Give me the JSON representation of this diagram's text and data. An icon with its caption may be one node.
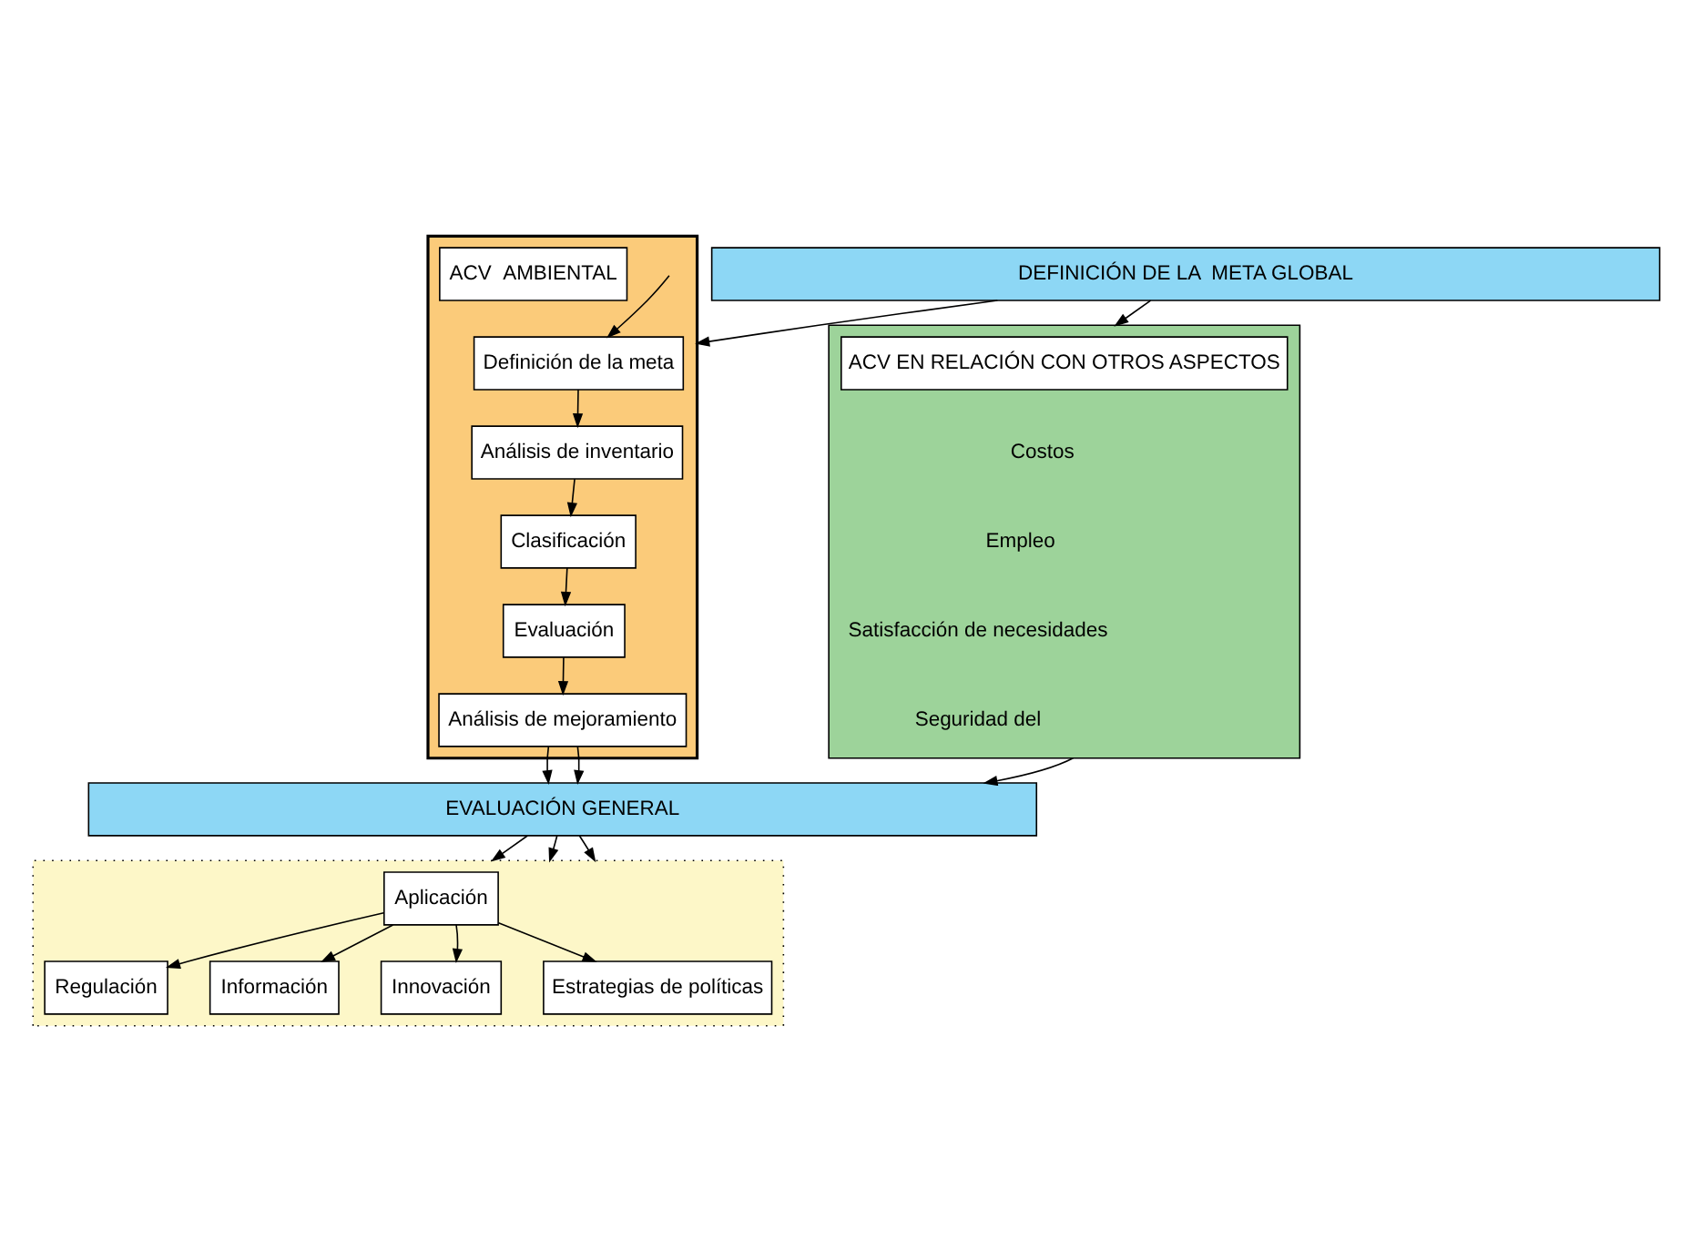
{
  "diagram": {
    "nodes": [
      {
        "text": [
          "DEFINICIÓN DE LA  META GLOBAL"
        ]
      },
      {
        "text": [],
        "shape": "box"
      },
      {
        "text": [
          "ACV  AMBIENTAL"
        ],
        "in": 1
      },
      {
        "text": [
          "Definición de la meta"
        ],
        "in": 1
      },
      {
        "text": [
          "Análisis de inventario"
        ],
        "in": 1
      },
      {
        "text": [
          "Clasificación"
        ],
        "in": 1
      },
      {
        "text": [
          "Evaluación"
        ],
        "in": 1
      },
      {
        "text": [
          "Análisis de mejoramiento"
        ],
        "in": 1
      },
      {
        "text": [],
        "shape": "box"
      },
      {
        "text": [
          "ACV EN RELACIÓN CON OTROS ASPECTOS"
        ],
        "in": 8
      },
      {
        "text": [
          "EVALUACIÓN GENERAL"
        ]
      },
      {
        "text": [],
        "shape": "box"
      },
      {
        "text": [
          "Aplicación"
        ],
        "in": 11
      },
      {
        "text": [
          "Innovación"
        ],
        "in": 11
      },
      {
        "text": [
          "Información"
        ],
        "in": 11
      },
      {
        "text": [
          "Regulación"
        ],
        "in": 11
      },
      {
        "text": [
          "Estrategias de políticas"
        ],
        "in": 11
      }
    ],
    "edges": [
      {
        "from": 0,
        "to": 1,
        "arrow": "to"
      },
      {
        "from": 0,
        "to": 8,
        "arrow": "to"
      },
      {
        "from": null,
        "to": 3,
        "arrow": "to"
      },
      {
        "from": 3,
        "to": 4,
        "arrow": "to"
      },
      {
        "from": 4,
        "to": 5,
        "arrow": "to"
      },
      {
        "from": 5,
        "to": 6,
        "arrow": "to"
      },
      {
        "from": 6,
        "to": 7,
        "arrow": "to"
      },
      {
        "from": 7,
        "to": 10,
        "arrow": "to"
      },
      {
        "from": 7,
        "to": 10,
        "arrow": "to"
      },
      {
        "from": 8,
        "to": 10,
        "arrow": "to"
      },
      {
        "from": 10,
        "to": 11,
        "arrow": "to"
      },
      {
        "from": 10,
        "to": 11,
        "arrow": "to"
      },
      {
        "from": 10,
        "to": 11,
        "arrow": "to"
      },
      {
        "from": 12,
        "to": 13,
        "arrow": "to"
      },
      {
        "from": 12,
        "to": 14,
        "arrow": "to"
      },
      {
        "from": 12,
        "to": 15,
        "arrow": "to"
      },
      {
        "from": 12,
        "to": 16,
        "arrow": "to"
      }
    ],
    "labels": [
      "Costos",
      "Empleo",
      "Satisfacción de necesidades",
      "Seguridad del"
    ]
  }
}
